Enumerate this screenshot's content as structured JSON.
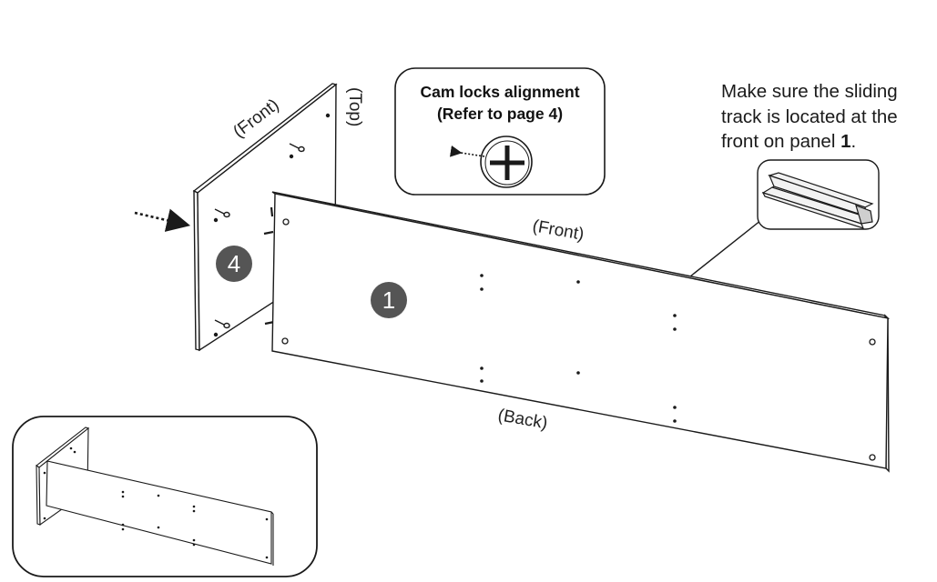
{
  "labels": {
    "panel4_front": "(Front)",
    "panel4_top": "(Top)",
    "panel1_front": "(Front)",
    "panel1_back": "(Back)"
  },
  "badges": {
    "panel4": "4",
    "panel1": "1"
  },
  "callout": {
    "line1": "Cam locks alignment",
    "line2": "(Refer to page 4)"
  },
  "note": {
    "text_part1": "Make sure the sliding track is located at the front on panel ",
    "panel_number": "1",
    "text_part2": "."
  },
  "icons": {
    "cam_lock": "cam-lock-cross-icon",
    "sliding_track": "sliding-track-icon",
    "insert_arrow": "dotted-arrow-icon"
  },
  "colors": {
    "line": "#1a1a1a",
    "badge_fill": "#555555",
    "badge_text": "#ffffff",
    "background": "#ffffff"
  }
}
